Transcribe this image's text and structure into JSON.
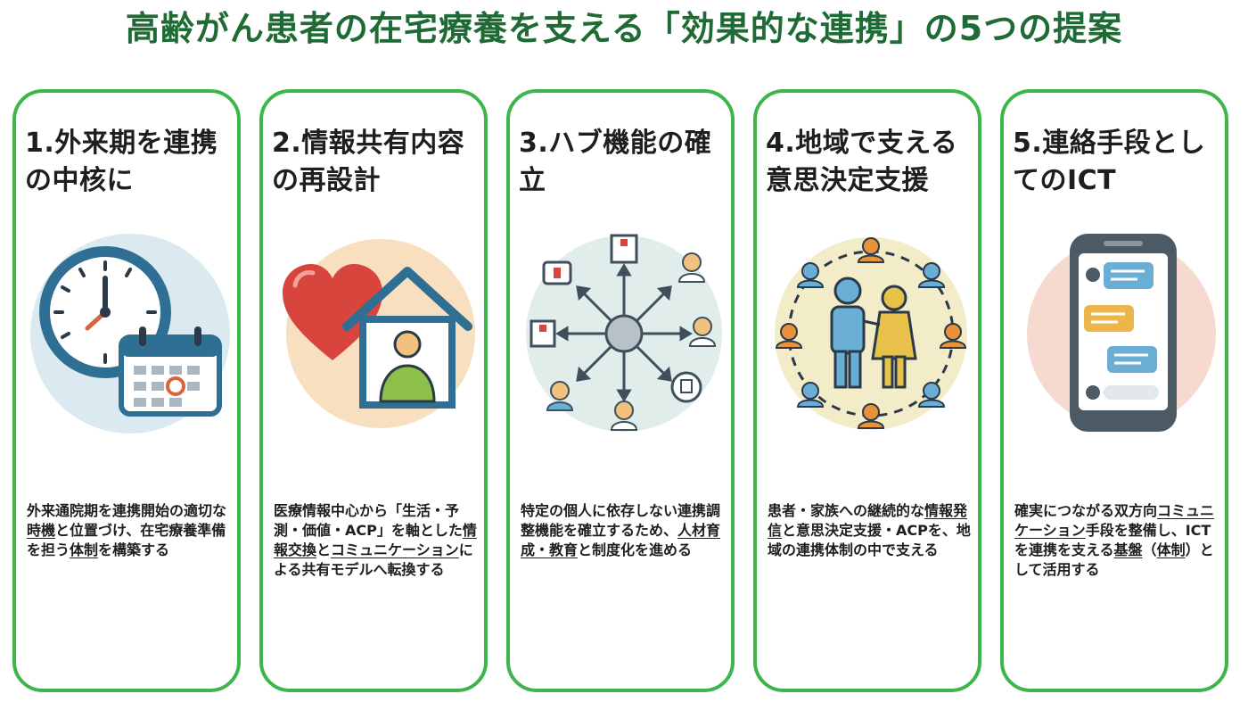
{
  "title": "高齢がん患者の在宅療養を支える「効果的な連携」の5つの提案",
  "colors": {
    "title": "#1f6b35",
    "card_border": "#3cb54a",
    "text": "#1e1e1e"
  },
  "cards": [
    {
      "title": "1.外来期を連携の中核に",
      "icon": "clock-calendar-icon",
      "body": [
        {
          "t": "外来通院期を連携開始の適切な"
        },
        {
          "t": "時機",
          "u": true
        },
        {
          "t": "と位置づけ、在宅療養準備を担う"
        },
        {
          "t": "体制",
          "u": true
        },
        {
          "t": "を構築する"
        }
      ]
    },
    {
      "title": "2.情報共有内容の再設計",
      "icon": "heart-house-icon",
      "body": [
        {
          "t": "医療情報中心から「生活・予測・価値・ACP」を軸とした"
        },
        {
          "t": "情報交換",
          "u": true
        },
        {
          "t": "と"
        },
        {
          "t": "コミュニケーション",
          "u": true
        },
        {
          "t": "による共有モデルへ転換する"
        }
      ]
    },
    {
      "title": "3.ハブ機能の確立",
      "icon": "hub-network-icon",
      "body": [
        {
          "t": "特定の個人に依存しない連携調整機能を確立するため、"
        },
        {
          "t": "人材育成・教育",
          "u": true
        },
        {
          "t": "と制度化を進める"
        }
      ]
    },
    {
      "title": "4.地域で支える意思決定支援",
      "icon": "community-support-icon",
      "body": [
        {
          "t": "患者・家族への継続的な"
        },
        {
          "t": "情報発信",
          "u": true
        },
        {
          "t": "と意思決定支援・ACPを、地域の連携体制の中で支える"
        }
      ]
    },
    {
      "title": "5.連絡手段としてのICT",
      "icon": "smartphone-chat-icon",
      "body": [
        {
          "t": "確実につながる双方向"
        },
        {
          "t": "コミュニケーション",
          "u": true
        },
        {
          "t": "手段を整備し、ICTを連携を支える"
        },
        {
          "t": "基盤",
          "u": true
        },
        {
          "t": "（"
        },
        {
          "t": "体制",
          "u": true
        },
        {
          "t": "）として活用する"
        }
      ]
    }
  ]
}
